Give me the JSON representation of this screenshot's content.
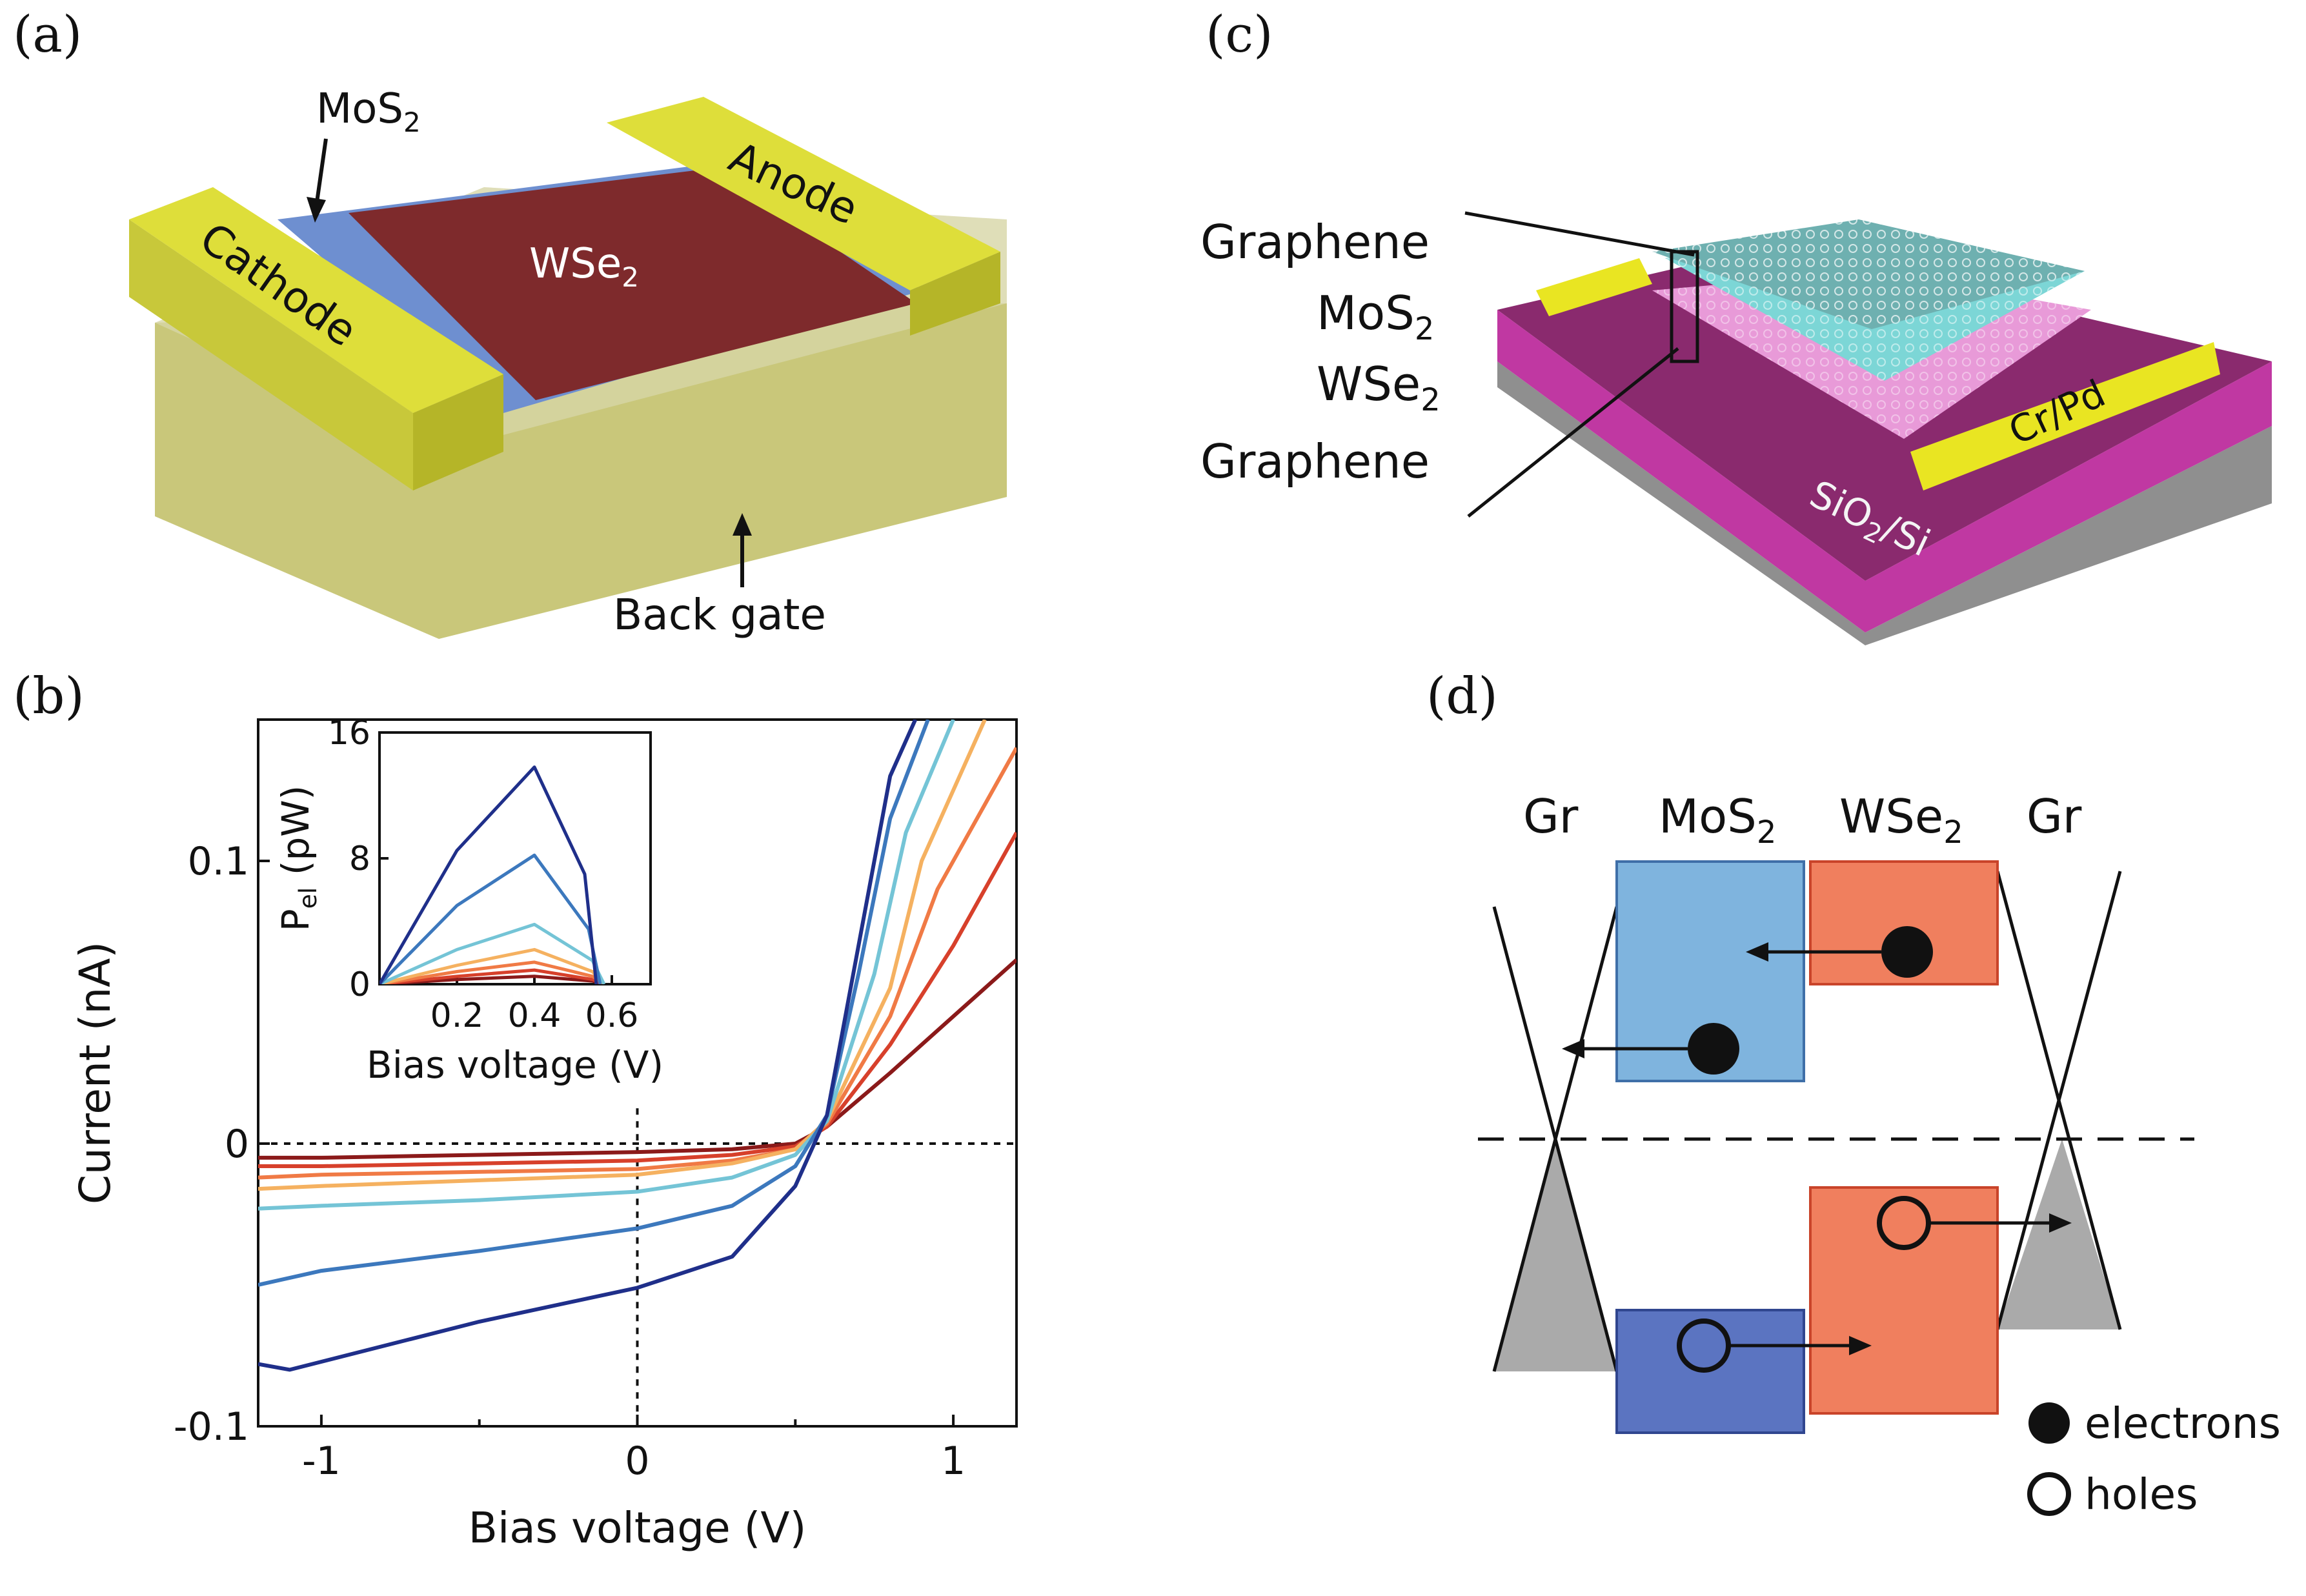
{
  "panels": {
    "a": {
      "label": "(a)",
      "texts": {
        "mos2": "MoS",
        "mos2_sub": "2",
        "wse2": "WSe",
        "wse2_sub": "2",
        "cathode": "Cathode",
        "anode": "Anode",
        "back_gate": "Back gate"
      }
    },
    "b": {
      "label": "(b)"
    },
    "c": {
      "label": "(c)",
      "texts": {
        "graphene_top": "Graphene",
        "mos2": "MoS",
        "mos2_sub": "2",
        "wse2": "WSe",
        "wse2_sub": "2",
        "graphene_bottom": "Graphene",
        "crpd": "Cr/Pd",
        "substrate": "SiO",
        "substrate_sub": "2",
        "substrate_rest": "/Si"
      }
    },
    "d": {
      "label": "(d)",
      "texts": {
        "gr_left": "Gr",
        "mos2": "MoS",
        "mos2_sub": "2",
        "wse2": "WSe",
        "wse2_sub": "2",
        "gr_right": "Gr",
        "legend_electrons": "electrons",
        "legend_holes": "holes"
      },
      "colors": {
        "mos2_cb": "#7fb4de",
        "mos2_vb": "#5b74c1",
        "wse2": "#f07f5e",
        "graphene_fill": "#aaaaaa"
      }
    }
  },
  "chart_data": [
    {
      "type": "line",
      "xlabel": "Bias voltage (V)",
      "ylabel": "Current (nA)",
      "xlim": [
        -1.2,
        1.2
      ],
      "ylim": [
        -0.1,
        0.15
      ],
      "xticks": [
        -1,
        0,
        1
      ],
      "xtick_labels": [
        "-1",
        "0",
        "1"
      ],
      "yticks": [
        -0.1,
        0,
        0.1
      ],
      "ytick_labels": [
        "-0.1",
        "0",
        "0.1"
      ],
      "reference_lines": {
        "x": 0,
        "y": 0
      },
      "series": [
        {
          "color": "#8b1a1a",
          "x": [
            -1.2,
            -1.0,
            -0.5,
            0.0,
            0.3,
            0.5,
            0.6,
            0.8,
            1.0,
            1.2
          ],
          "y": [
            -0.005,
            -0.005,
            -0.004,
            -0.003,
            -0.002,
            0.0,
            0.006,
            0.025,
            0.045,
            0.065
          ]
        },
        {
          "color": "#d7402b",
          "x": [
            -1.2,
            -1.0,
            -0.5,
            0.0,
            0.3,
            0.5,
            0.6,
            0.8,
            1.0,
            1.2
          ],
          "y": [
            -0.008,
            -0.008,
            -0.007,
            -0.006,
            -0.004,
            -0.001,
            0.006,
            0.035,
            0.07,
            0.11
          ]
        },
        {
          "color": "#f07a45",
          "x": [
            -1.2,
            -1.0,
            -0.5,
            0.0,
            0.3,
            0.5,
            0.6,
            0.8,
            0.95,
            1.2
          ],
          "y": [
            -0.012,
            -0.011,
            -0.01,
            -0.009,
            -0.006,
            -0.002,
            0.007,
            0.045,
            0.09,
            0.14
          ]
        },
        {
          "color": "#f5b160",
          "x": [
            -1.2,
            -1.0,
            -0.5,
            0.0,
            0.3,
            0.5,
            0.6,
            0.8,
            0.9,
            1.1
          ],
          "y": [
            -0.016,
            -0.015,
            -0.013,
            -0.011,
            -0.007,
            -0.002,
            0.008,
            0.055,
            0.1,
            0.15
          ]
        },
        {
          "color": "#74c4d6",
          "x": [
            -1.2,
            -1.0,
            -0.5,
            0.0,
            0.3,
            0.5,
            0.6,
            0.75,
            0.85,
            1.0
          ],
          "y": [
            -0.023,
            -0.022,
            -0.02,
            -0.017,
            -0.012,
            -0.004,
            0.008,
            0.06,
            0.11,
            0.15
          ]
        },
        {
          "color": "#3c78bd",
          "x": [
            -1.2,
            -1.0,
            -0.5,
            0.0,
            0.3,
            0.5,
            0.6,
            0.7,
            0.8,
            0.92
          ],
          "y": [
            -0.05,
            -0.045,
            -0.038,
            -0.03,
            -0.022,
            -0.008,
            0.01,
            0.06,
            0.115,
            0.15
          ]
        },
        {
          "color": "#1f2f8a",
          "x": [
            -1.2,
            -1.1,
            -0.5,
            0.0,
            0.3,
            0.5,
            0.6,
            0.7,
            0.8,
            0.88
          ],
          "y": [
            -0.078,
            -0.08,
            -0.063,
            -0.051,
            -0.04,
            -0.015,
            0.01,
            0.07,
            0.13,
            0.15
          ]
        }
      ],
      "inset": {
        "type": "line",
        "ylabel": "P",
        "ylabel_sub": "el",
        "ylabel_unit": " (pW)",
        "xlabel": "Bias voltage (V)",
        "xlim": [
          0.0,
          0.7
        ],
        "ylim": [
          0,
          16
        ],
        "xticks": [
          0.2,
          0.4,
          0.6
        ],
        "xtick_labels": [
          "0.2",
          "0.4",
          "0.6"
        ],
        "yticks": [
          0,
          8,
          16
        ],
        "ytick_labels": [
          "0",
          "8",
          "16"
        ],
        "series": [
          {
            "color": "#8b1a1a",
            "x": [
              0.0,
              0.2,
              0.4,
              0.55,
              0.58
            ],
            "y": [
              0,
              0.3,
              0.5,
              0.2,
              0
            ]
          },
          {
            "color": "#d7402b",
            "x": [
              0.0,
              0.2,
              0.4,
              0.55,
              0.58
            ],
            "y": [
              0,
              0.5,
              0.9,
              0.3,
              0
            ]
          },
          {
            "color": "#f07a45",
            "x": [
              0.0,
              0.2,
              0.4,
              0.55,
              0.58
            ],
            "y": [
              0,
              0.8,
              1.4,
              0.5,
              0
            ]
          },
          {
            "color": "#f5b160",
            "x": [
              0.0,
              0.2,
              0.4,
              0.55,
              0.58
            ],
            "y": [
              0,
              1.2,
              2.2,
              0.8,
              0
            ]
          },
          {
            "color": "#74c4d6",
            "x": [
              0.0,
              0.2,
              0.4,
              0.55,
              0.58
            ],
            "y": [
              0,
              2.2,
              3.8,
              1.5,
              0
            ]
          },
          {
            "color": "#3c78bd",
            "x": [
              0.0,
              0.2,
              0.4,
              0.54,
              0.57
            ],
            "y": [
              0,
              5.0,
              8.2,
              3.5,
              0
            ]
          },
          {
            "color": "#1f2f8a",
            "x": [
              0.0,
              0.2,
              0.4,
              0.53,
              0.56
            ],
            "y": [
              0,
              8.5,
              13.8,
              7.0,
              0
            ]
          }
        ]
      }
    }
  ]
}
